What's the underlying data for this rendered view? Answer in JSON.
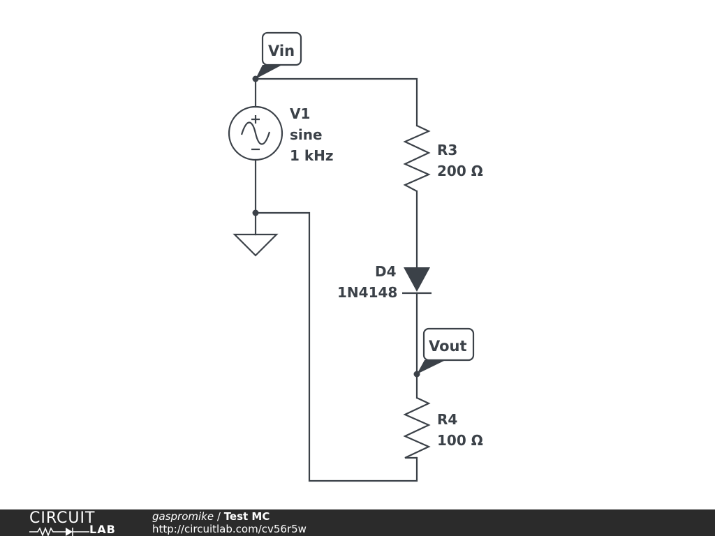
{
  "nets": {
    "vin_label": "Vin",
    "vout_label": "Vout"
  },
  "components": {
    "v1": {
      "name": "V1",
      "type": "sine",
      "freq": "1 kHz"
    },
    "r3": {
      "name": "R3",
      "value": "200 Ω"
    },
    "d4": {
      "name": "D4",
      "part": "1N4148"
    },
    "r4": {
      "name": "R4",
      "value": "100 Ω"
    }
  },
  "footer": {
    "logo_top": "CIRCUIT",
    "logo_bottom": "LAB",
    "author": "gaspromike",
    "separator": " / ",
    "title": "Test MC",
    "url": "http://circuitlab.com/cv56r5w"
  },
  "colors": {
    "ink": "#3b4148",
    "footer_bg": "#2b2b2b"
  }
}
